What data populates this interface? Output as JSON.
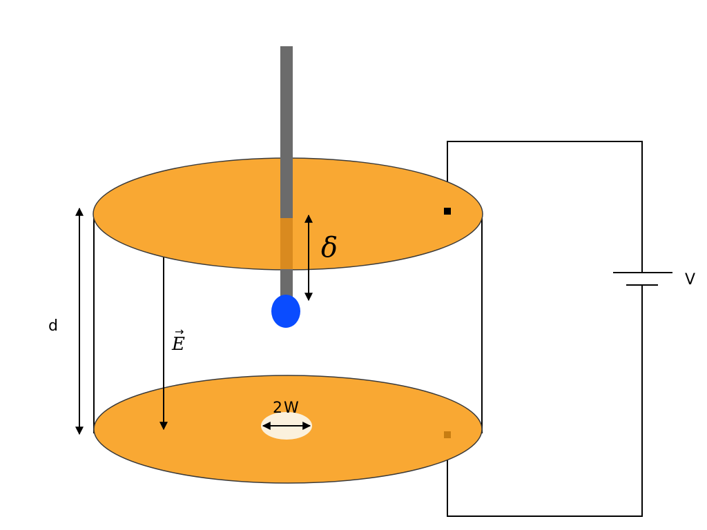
{
  "labels": {
    "distance": "d",
    "voltage": "V",
    "field": "E",
    "delta": "δ",
    "aperture": "2W"
  },
  "colors": {
    "plate": "#f9a833",
    "plate_stroke": "#3a3a3a",
    "needle": "#6b6b6b",
    "needle_overlap": "#d98a1f",
    "droplet": "#0a4cff",
    "hole": "#fbf1dd",
    "wire": "#000000",
    "bottom_contact": "#c77d12"
  }
}
